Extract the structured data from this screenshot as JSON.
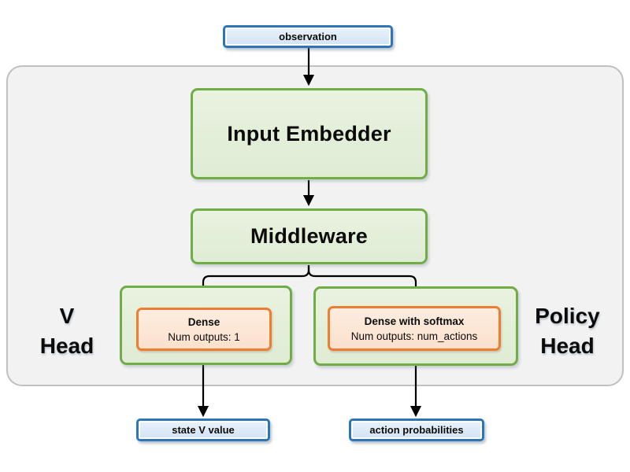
{
  "nodes": {
    "observation": {
      "label": "observation"
    },
    "input_embedder": {
      "label": "Input Embedder"
    },
    "middleware": {
      "label": "Middleware"
    },
    "v_head": {
      "line1": "V",
      "line2": "Head"
    },
    "v_dense": {
      "title": "Dense",
      "subtitle": "Num outputs: 1"
    },
    "policy_head": {
      "line1": "Policy",
      "line2": "Head"
    },
    "policy_dense": {
      "title": "Dense with softmax",
      "subtitle": "Num outputs: num_actions"
    },
    "state_v_value": {
      "label": "state V value"
    },
    "action_probabilities": {
      "label": "action probabilities"
    }
  },
  "colors": {
    "blue_border": "#2e75b6",
    "blue_fill": "#dbe8f6",
    "green_border": "#70ad47",
    "green_fill": "#e4efda",
    "orange_border": "#ed7d31",
    "orange_fill": "#fbe5d5",
    "container_fill": "#f2f2f2",
    "container_border": "#c0c0c0",
    "arrow": "#000000",
    "text": "#0b0b0b"
  }
}
